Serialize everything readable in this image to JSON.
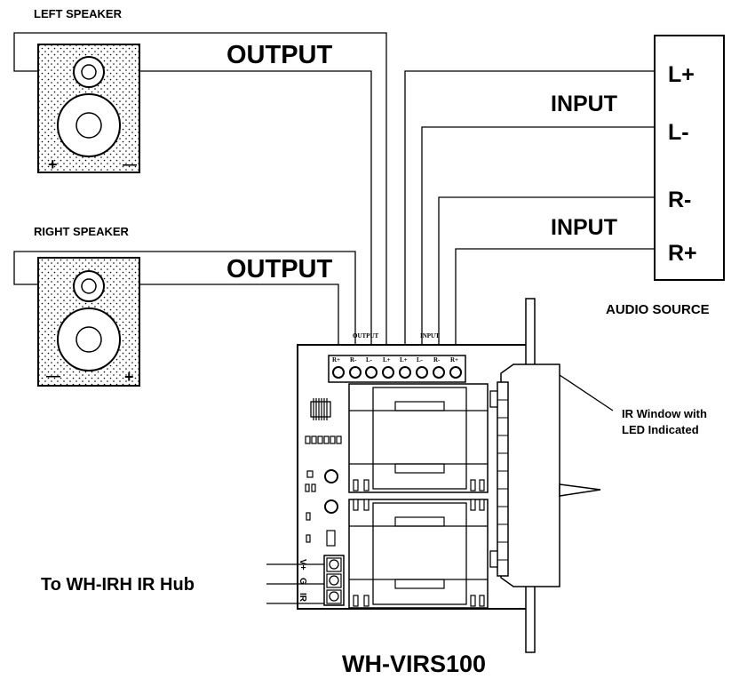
{
  "labels": {
    "left_speaker": "LEFT SPEAKER",
    "right_speaker": "RIGHT SPEAKER",
    "output_top": "OUTPUT",
    "output_bottom": "OUTPUT",
    "input_top": "INPUT",
    "input_bottom": "INPUT",
    "audio_source": "AUDIO SOURCE",
    "ir_window": "IR Window with",
    "ir_window_2": "LED Indicated",
    "hub": "To WH-IRH IR Hub",
    "model": "WH-VIRS100"
  },
  "audio_source_terminals": [
    "L+",
    "L-",
    "R-",
    "R+"
  ],
  "speaker_polarity": {
    "left_plus": "+",
    "left_minus": "—",
    "right_minus": "—",
    "right_plus": "+"
  },
  "terminal_block": {
    "output_header": "OUTPUT",
    "input_header": "INPUT",
    "terminals": [
      "R+",
      "R-",
      "L-",
      "L+",
      "L+",
      "L-",
      "R-",
      "R+"
    ]
  },
  "hub_terminals": [
    "V+",
    "G",
    "IR"
  ]
}
